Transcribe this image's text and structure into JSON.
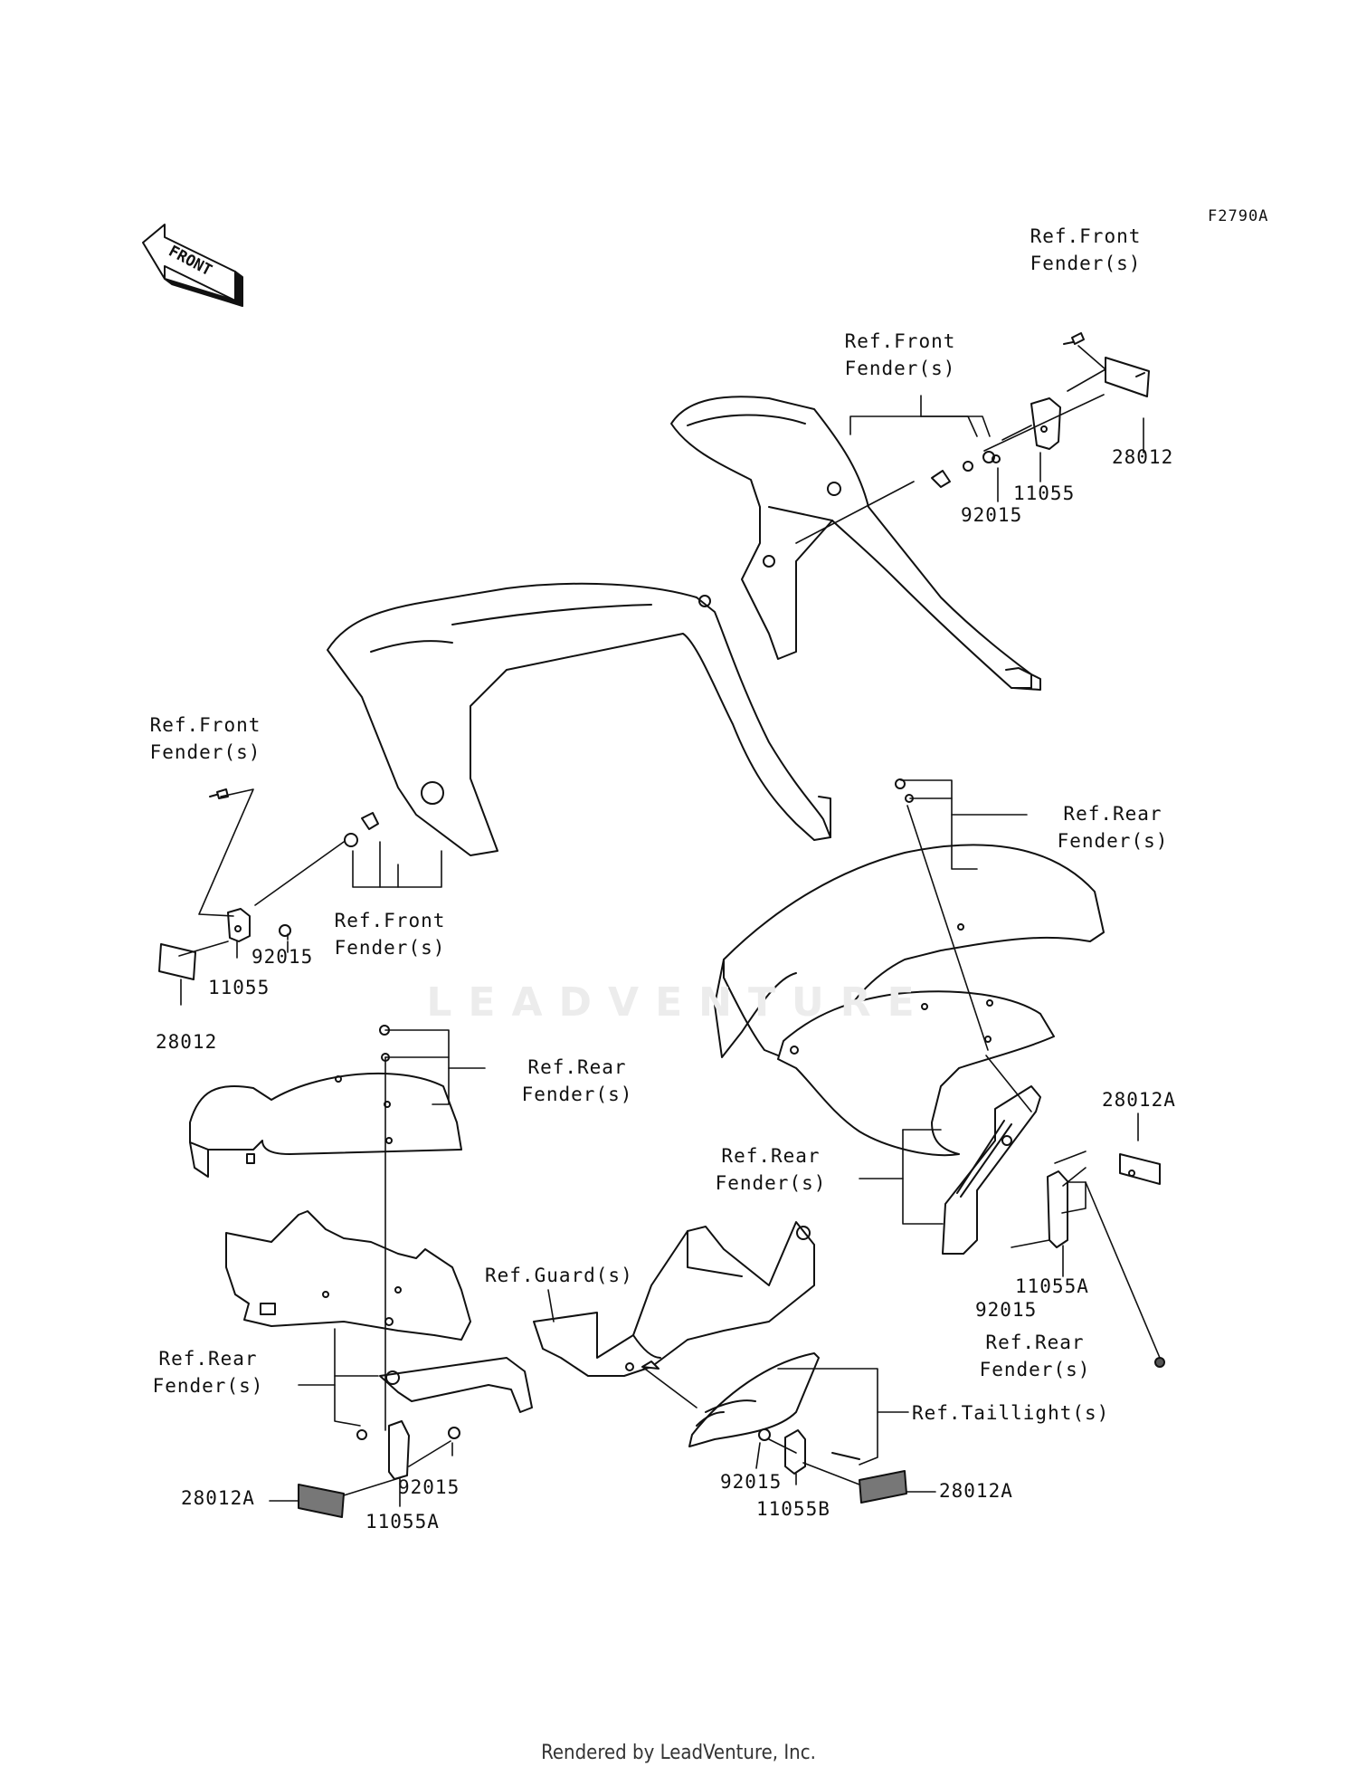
{
  "diagram_code": "F2790A",
  "front_arrow": "FRONT",
  "watermark": "LEADVENTURE",
  "footer": "Rendered by LeadVenture, Inc.",
  "labels": {
    "ref_front_fender_top_right": "Ref.Front\nFender(s)",
    "ref_front_fender_upper_mid": "Ref.Front\nFender(s)",
    "ref_front_fender_left": "Ref.Front\nFender(s)",
    "ref_front_fender_lower_mid": "Ref.Front\nFender(s)",
    "ref_rear_fender_right_top": "Ref.Rear\nFender(s)",
    "ref_rear_fender_left_top": "Ref.Rear\nFender(s)",
    "ref_rear_fender_right_mid": "Ref.Rear\nFender(s)",
    "ref_rear_fender_right_low": "Ref.Rear\nFender(s)",
    "ref_rear_fender_left_low": "Ref.Rear\nFender(s)",
    "ref_guard": "Ref.Guard(s)",
    "ref_taillight": "Ref.Taillight(s)"
  },
  "parts": {
    "p28012_tr": "28012",
    "p11055_tr": "11055",
    "p92015_tr": "92015",
    "p92015_l": "92015",
    "p11055_l": "11055",
    "p28012_l": "28012",
    "p28012A_r": "28012A",
    "p11055A_r": "11055A",
    "p92015_r": "92015",
    "p28012A_bl": "28012A",
    "p92015_bl": "92015",
    "p11055A_bl": "11055A",
    "p92015_bc": "92015",
    "p11055B_bc": "11055B",
    "p28012A_bc": "28012A"
  }
}
